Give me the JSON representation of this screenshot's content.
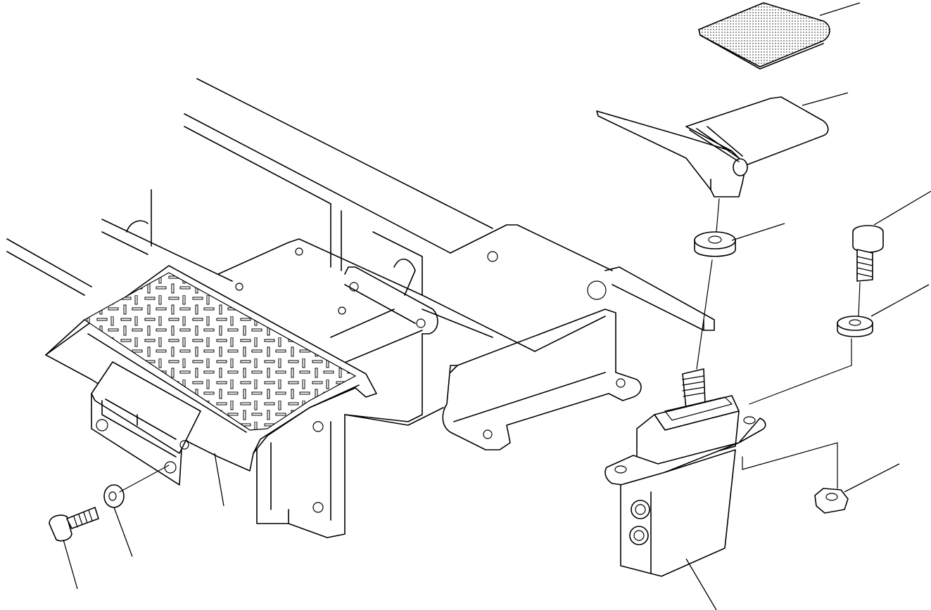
{
  "diagram": {
    "parts": [
      {
        "id": "pedal-cover-pad",
        "icon": "dotted-pad-icon"
      },
      {
        "id": "pedal",
        "icon": "pedal-icon"
      },
      {
        "id": "pedal-spacer",
        "icon": "spacer-icon"
      },
      {
        "id": "mounting-bolt",
        "icon": "bolt-icon"
      },
      {
        "id": "washer-right",
        "icon": "washer-icon"
      },
      {
        "id": "nut",
        "icon": "nut-icon"
      },
      {
        "id": "valve-assembly",
        "icon": "valve-icon"
      },
      {
        "id": "step-plate",
        "icon": "tread-plate-icon"
      },
      {
        "id": "step-bolt",
        "icon": "bolt-icon"
      },
      {
        "id": "washer-left",
        "icon": "washer-icon"
      },
      {
        "id": "frame-structure",
        "icon": "frame-icon"
      }
    ],
    "colors": {
      "line": "#000000",
      "background": "#ffffff",
      "pad_dots": "#555555"
    }
  }
}
